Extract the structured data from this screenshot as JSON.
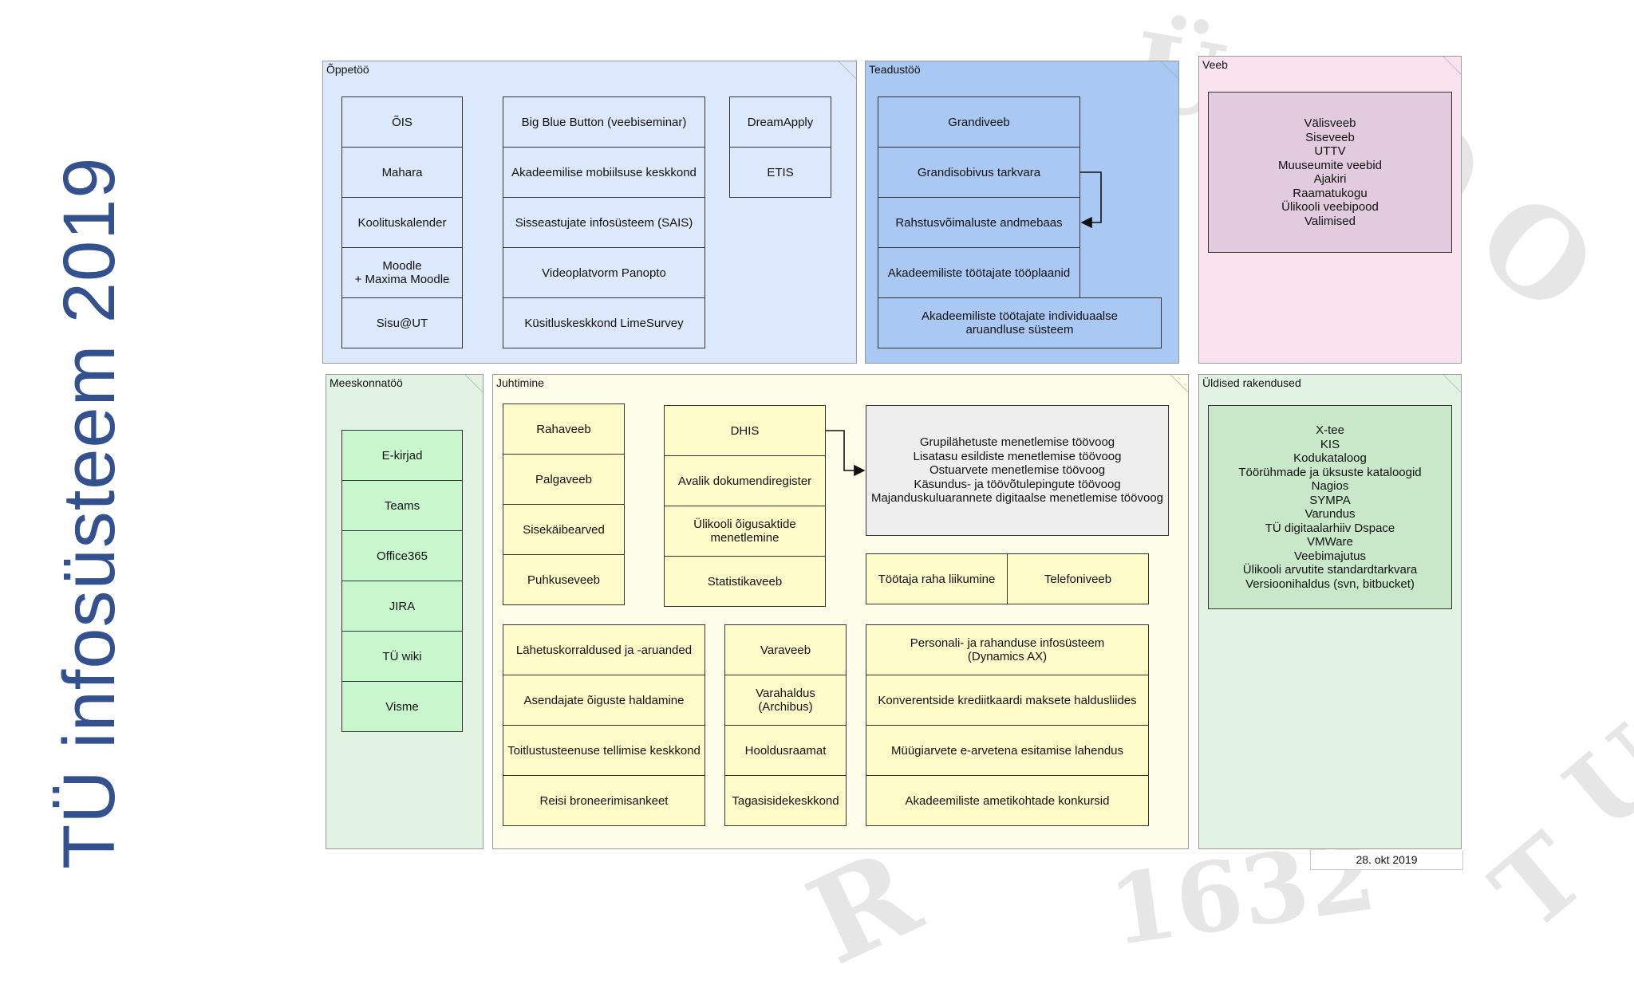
{
  "slide_title": "TÜ infosüsteem 2019",
  "date": "28. okt 2019",
  "colors": {
    "oppetoo_bg": "#dce8fb",
    "teadustoo_bg": "#aac8f4",
    "veeb_bg": "#fbe2ef",
    "veeb_box": "#e3cbdf",
    "green_bg": "#e2f3e3",
    "green_box": "#c8e8c9",
    "meeskond_box": "#c8f7ce",
    "juhtimine_bg": "#fefde9",
    "yellow_box": "#fdfbc7",
    "gray_box": "#eeeeee",
    "title": "#33508f"
  },
  "watermark": {
    "w1": "Ü",
    "w2": "O",
    "w3": "O",
    "w4": "R",
    "w5": "1632",
    "w6": "T",
    "w7": "U"
  },
  "oppetoo": {
    "label": "Õppetöö",
    "col1": [
      "ÕIS",
      "Mahara",
      "Koolituskalender",
      "Moodle\n+ Maxima Moodle",
      "Sisu@UT"
    ],
    "col2": [
      "Big Blue Button (veebiseminar)",
      "Akadeemilise mobiilsuse keskkond",
      "Sisseastujate infosüsteem (SAIS)",
      "Videoplatvorm Panopto",
      "Küsitluskeskkond LimeSurvey"
    ],
    "col3": [
      "DreamApply",
      "ETIS"
    ]
  },
  "teadustoo": {
    "label": "Teadustöö",
    "items": [
      "Grandiveeb",
      "Grandisobivus tarkvara",
      "Rahstusvõimaluste andmebaas",
      "Akadeemiliste töötajate tööplaanid",
      "Akadeemiliste töötajate individuaalse\naruandluse süsteem"
    ]
  },
  "veeb": {
    "label": "Veeb",
    "items": [
      "Välisveeb",
      "Siseveeb",
      "UTTV",
      "Muuseumite veebid",
      "Ajakiri",
      "Raamatukogu",
      "Ülikooli veebipood",
      "Valimised"
    ]
  },
  "meeskonnatoo": {
    "label": "Meeskonnatöö",
    "items": [
      "E-kirjad",
      "Teams",
      "Office365",
      "JIRA",
      "TÜ wiki",
      "Visme"
    ]
  },
  "juhtimine": {
    "label": "Juhtimine",
    "g1": [
      "Rahaveeb",
      "Palgaveeb",
      "Sisekäibearved",
      "Puhkuseveeb"
    ],
    "g2": [
      "DHIS",
      "Avalik dokumendiregister",
      "Ülikooli õigusaktide\nmenetlemine",
      "Statistikaveeb"
    ],
    "workflows": [
      "Grupilähetuste menetlemise töövoog",
      "Lisatasu esildiste menetlemise töövoog",
      "Ostuarvete menetlemise töövoog",
      "Käsundus- ja töövõtulepingute töövoog",
      "Majanduskuluarannete digitaalse menetlemise töövoog"
    ],
    "row": [
      "Töötaja raha liikumine",
      "Telefoniveeb"
    ],
    "g3": [
      "Lähetuskorraldused ja -aruanded",
      "Asendajate õiguste haldamine",
      "Toitlustusteenuse tellimise keskkond",
      "Reisi broneerimisankeet"
    ],
    "g4": [
      "Varaveeb",
      "Varahaldus\n(Archibus)",
      "Hooldusraamat",
      "Tagasisidekeskkond"
    ],
    "g5": [
      "Personali- ja rahanduse infosüsteem\n(Dynamics AX)",
      "Konverentside krediitkaardi maksete haldusliides",
      "Müügiarvete e-arvetena esitamise lahendus",
      "Akadeemiliste ametikohtade konkursid"
    ]
  },
  "uldised": {
    "label": "Üldised rakendused",
    "items": [
      "X-tee",
      "KIS",
      "Kodukataloog",
      "Töörühmade ja üksuste kataloogid",
      "Nagios",
      "SYMPA",
      "Varundus",
      "TÜ digitaalarhiiv Dspace",
      "VMWare",
      "Veebimajutus",
      "Ülikooli arvutite standardtarkvara",
      "Versioonihaldus (svn, bitbucket)"
    ]
  }
}
